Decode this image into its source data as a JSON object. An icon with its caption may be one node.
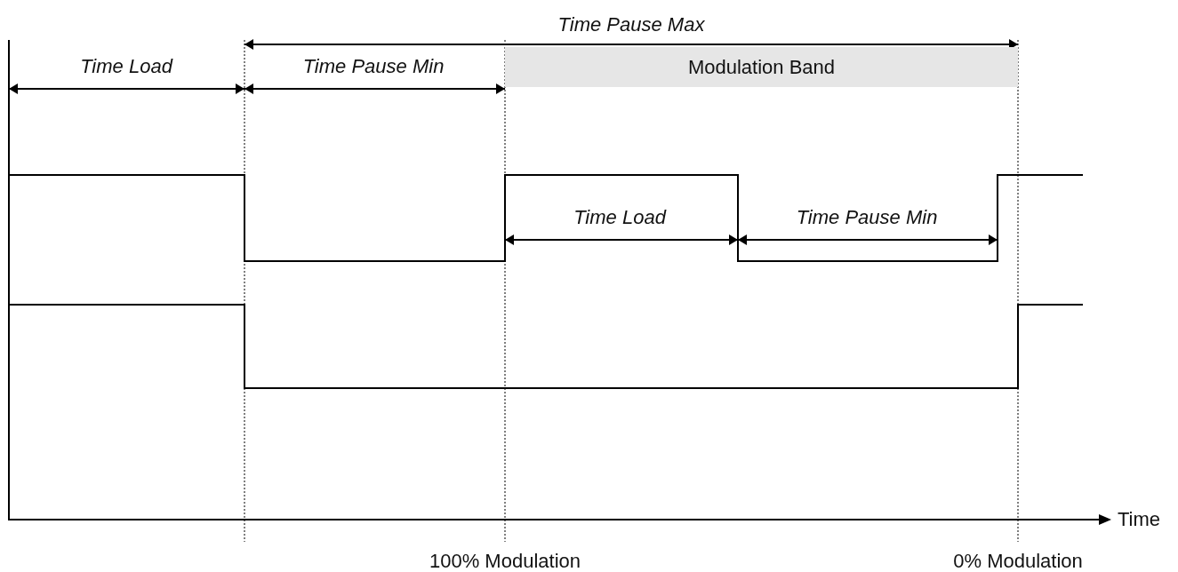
{
  "diagram": {
    "nodes": [
      {
        "text": [
          "Modulation Band"
        ]
      }
    ],
    "labels": [
      "Time Pause Max",
      "Time Load",
      "Time Pause Min",
      "Time Load",
      "Time Pause Min",
      "Time",
      "100% Modulation",
      "0% Modulation"
    ]
  }
}
